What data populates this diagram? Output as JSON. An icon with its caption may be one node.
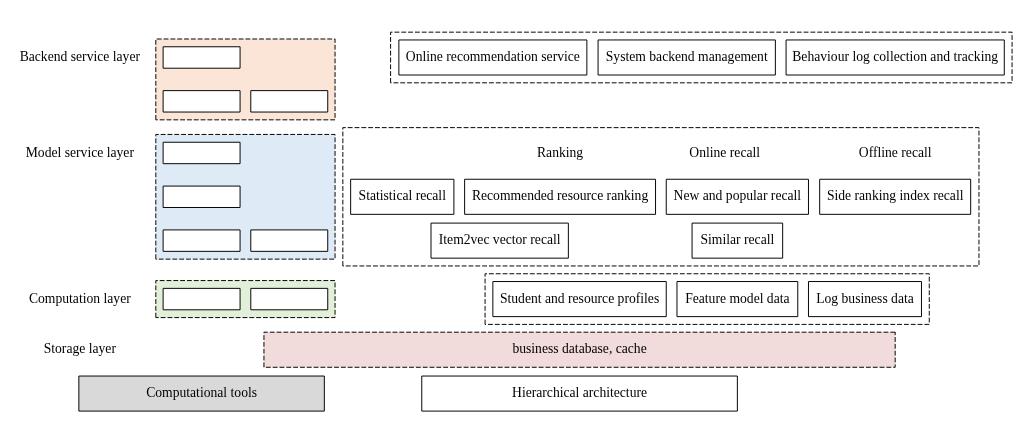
{
  "diagram": {
    "nodes": [
      {
        "text": [],
        "shape": "box"
      },
      {
        "text": [
          "Online recommendation service"
        ],
        "in": 0
      },
      {
        "text": [
          "Behaviour log collection and tracking"
        ],
        "in": 0
      },
      {
        "text": [
          "System backend management"
        ],
        "in": 0
      },
      {
        "text": [],
        "shape": "box"
      },
      {
        "text": [],
        "shape": "box",
        "in": 4
      },
      {
        "text": [],
        "shape": "box",
        "in": 4
      },
      {
        "text": [],
        "shape": "box",
        "in": 4
      },
      {
        "text": [],
        "shape": "box"
      },
      {
        "text": [
          "Statistical recall"
        ],
        "in": 8
      },
      {
        "text": [
          "Side ranking index recall"
        ],
        "in": 8
      },
      {
        "text": [
          "New and popular recall"
        ],
        "in": 8
      },
      {
        "text": [
          "Recommended resource ranking"
        ],
        "in": 8
      },
      {
        "text": [
          "Item2vec vector recall"
        ],
        "in": 8
      },
      {
        "text": [
          "Similar recall"
        ],
        "in": 8
      },
      {
        "text": [],
        "shape": "box"
      },
      {
        "text": [],
        "shape": "box",
        "in": 15
      },
      {
        "text": [],
        "shape": "box",
        "in": 15
      },
      {
        "text": [],
        "shape": "box",
        "in": 15
      },
      {
        "text": [],
        "shape": "box",
        "in": 15
      },
      {
        "text": [],
        "shape": "box"
      },
      {
        "text": [
          "Student and resource profiles"
        ],
        "in": 20
      },
      {
        "text": [
          "Log business data"
        ],
        "in": 20
      },
      {
        "text": [
          "Feature model data"
        ],
        "in": 20
      },
      {
        "text": [],
        "shape": "box"
      },
      {
        "text": [],
        "shape": "box",
        "in": 24
      },
      {
        "text": [],
        "shape": "box",
        "in": 24
      },
      {
        "text": [
          "business database, cache"
        ]
      },
      {
        "text": [
          "Hierarchical architecture"
        ]
      },
      {
        "text": [
          "Computational tools"
        ]
      }
    ],
    "labels": [
      "Backend service layer",
      "Offline recall",
      "Online recall",
      "Ranking",
      "Model service layer",
      "Computation layer",
      "Storage layer"
    ]
  }
}
